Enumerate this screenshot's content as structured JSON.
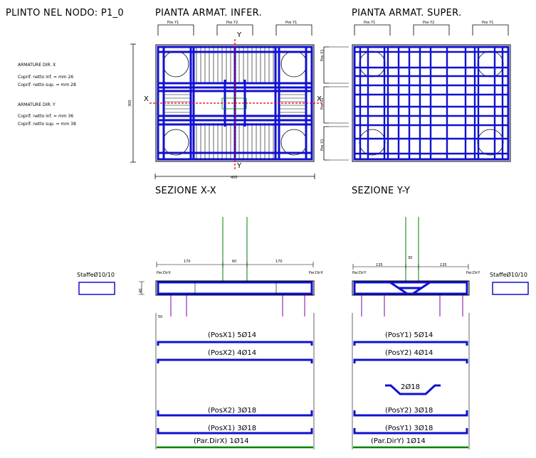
{
  "titles": {
    "main": "PLINTO NEL NODO: P1_0",
    "plan_inf": "PIANTA ARMAT. INFER.",
    "plan_sup": "PIANTA ARMAT. SUPER.",
    "sec_xx": "SEZIONE X-X",
    "sec_yy": "SEZIONE Y-Y"
  },
  "notes": {
    "dir_x_title": "ARMATURE DIR. X",
    "dir_x_inf": "Coprif. netto inf. = mm 26",
    "dir_x_sup": "Coprif. netto sup. = mm 28",
    "dir_y_title": "ARMATURE DIR. Y",
    "dir_y_inf": "Coprif. netto inf. = mm 36",
    "dir_y_sup": "Coprif. netto sup. = mm 38"
  },
  "axes": {
    "x": "X",
    "y": "Y"
  },
  "plan_labels": {
    "top_inf": [
      "Pos Y1",
      "Pos Y2",
      "Pos Y1"
    ],
    "top_sup": [
      "Pos Y1",
      "Pos Y2",
      "Pos Y1"
    ],
    "side": [
      "Pos X1",
      "Pos X2",
      "Pos X1"
    ],
    "dim_width": "400",
    "dim_height": "300"
  },
  "section_xx": {
    "dims": [
      "170",
      "60",
      "170"
    ],
    "height": "40",
    "ext": "50",
    "par_left": "Par.DirX",
    "par_right": "Par.DirX",
    "stirrup": "StaffeØ10/10",
    "bars": [
      "(PosX1) 5Ø14",
      "(PosX2) 4Ø14",
      "(PosX2) 3Ø18",
      "(PosX1) 3Ø18",
      "(Par.DirX) 1Ø14"
    ]
  },
  "section_yy": {
    "dims": [
      "135",
      "30",
      "135"
    ],
    "par_left": "Par.DirY",
    "par_right": "Par.DirY",
    "stirrup": "StaffeØ10/10",
    "bent": "2Ø18",
    "bars": [
      "(PosY1) 5Ø14",
      "(PosY2) 4Ø14",
      "(PosY2) 3Ø18",
      "(PosY1) 3Ø18",
      "(Par.DirY) 1Ø14"
    ]
  },
  "colors": {
    "rebar": "#1010d0",
    "axis": "#e00000",
    "column": "#008000",
    "leg": "#8000a0"
  }
}
